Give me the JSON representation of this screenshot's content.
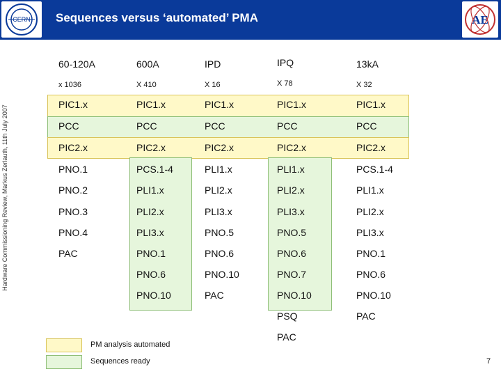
{
  "slide": {
    "title": "Sequences versus ‘automated’ PMA",
    "footer_text": "Hardware Commissioning Review, Markus Zerlauth, 11th July 2007",
    "page_number": "7",
    "colors": {
      "header": "#0a3a9a",
      "automated_band": "#fff9c8",
      "sequences_band": "#e6f6dc"
    }
  },
  "columns": [
    {
      "header": "60-120A",
      "count": "x 1036",
      "items": [
        "PIC1.x",
        "PCC",
        "PIC2.x",
        "PNO.1",
        "PNO.2",
        "PNO.3",
        "PNO.4",
        "PAC"
      ]
    },
    {
      "header": "600A",
      "count": "X 410",
      "items": [
        "PIC1.x",
        "PCC",
        "PIC2.x",
        "PCS.1-4",
        "PLI1.x",
        "PLI2.x",
        "PLI3.x",
        "PNO.1",
        "PNO.6",
        "PNO.10"
      ]
    },
    {
      "header": "IPD",
      "count": "X 16",
      "items": [
        "PIC1.x",
        "PCC",
        "PIC2.x",
        "PLI1.x",
        "PLI2.x",
        "PLI3.x",
        "PNO.5",
        "PNO.6",
        "PNO.10",
        "PAC"
      ]
    },
    {
      "header": "IPQ",
      "count": "X 78",
      "items": [
        "PIC1.x",
        "PCC",
        "PIC2.x",
        "PLI1.x",
        "PLI2.x",
        "PLI3.x",
        "PNO.5",
        "PNO.6",
        "PNO.7",
        "PNO.10",
        "PSQ",
        "PAC"
      ]
    },
    {
      "header": "13kA",
      "count": "X 32",
      "items": [
        "PIC1.x",
        "PCC",
        "PIC2.x",
        "PCS.1-4",
        "PLI1.x",
        "PLI2.x",
        "PLI3.x",
        "PNO.1",
        "PNO.6",
        "PNO.10",
        "PAC"
      ]
    }
  ],
  "legend": [
    {
      "label": "PM analysis automated",
      "color": "#fff9c8"
    },
    {
      "label": "Sequences ready",
      "color": "#e6f6dc"
    }
  ]
}
